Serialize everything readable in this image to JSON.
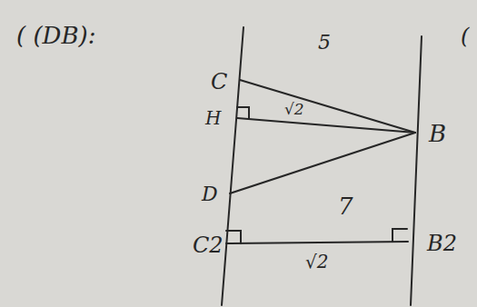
{
  "diagram": {
    "labels": [
      "( (DB):",
      "(",
      "C",
      "H",
      "D",
      "C2",
      "B",
      "B2",
      "5",
      "√2",
      "7",
      "√2"
    ]
  }
}
